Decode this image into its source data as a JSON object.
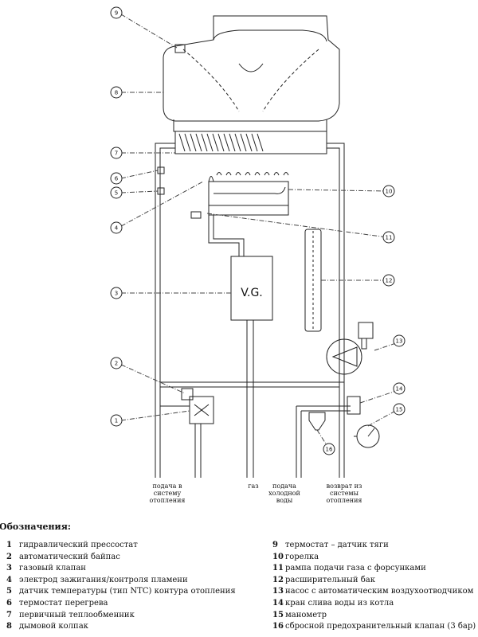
{
  "diagram": {
    "gas_valve_label": "V.G.",
    "callout_numbers": [
      "1",
      "2",
      "3",
      "4",
      "5",
      "6",
      "7",
      "8",
      "9",
      "10",
      "11",
      "12",
      "13",
      "14",
      "15",
      "16"
    ]
  },
  "pipe_labels": {
    "heating_supply": "подача в\nсистему\nотопления",
    "gas": "газ",
    "cold_water": "подача\nхолодной\nводы",
    "heating_return": "возврат из\nсистемы\nотопления"
  },
  "legend": {
    "title": "Обозначения:",
    "items": [
      {
        "num": "1",
        "text": "гидравлический прессостат"
      },
      {
        "num": "2",
        "text": "автоматический байпас"
      },
      {
        "num": "3",
        "text": "газовый клапан"
      },
      {
        "num": "4",
        "text": "электрод зажигания/контроля пламени"
      },
      {
        "num": "5",
        "text": "датчик температуры (тип NTC) контура отопления"
      },
      {
        "num": "6",
        "text": "термостат перегрева"
      },
      {
        "num": "7",
        "text": "первичный теплообменник"
      },
      {
        "num": "8",
        "text": "дымовой колпак"
      },
      {
        "num": "9",
        "text": "термостат – датчик тяги"
      },
      {
        "num": "10",
        "text": "горелка"
      },
      {
        "num": "11",
        "text": "рампа подачи газа с форсунками"
      },
      {
        "num": "12",
        "text": "расширительный бак"
      },
      {
        "num": "13",
        "text": "насос с автоматическим воздухоотводчиком"
      },
      {
        "num": "14",
        "text": "кран слива воды из котла"
      },
      {
        "num": "15",
        "text": "манометр"
      },
      {
        "num": "16",
        "text": "сбросной предохранительный клапан (3 бар)"
      }
    ]
  }
}
